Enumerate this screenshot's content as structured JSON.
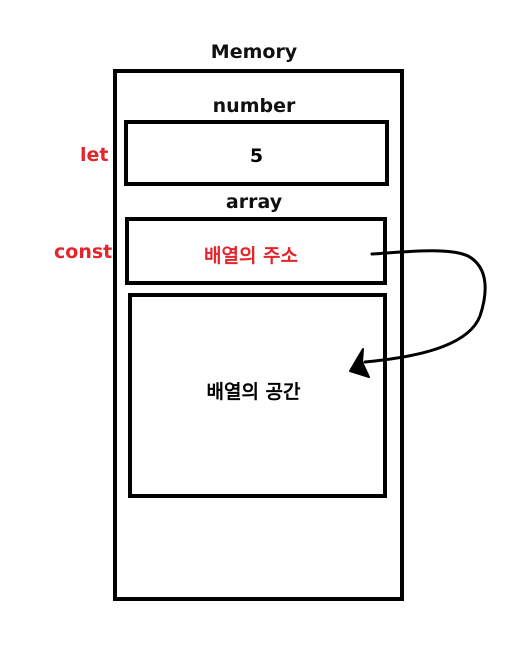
{
  "memory": {
    "title": "Memory"
  },
  "number": {
    "name": "number",
    "keyword": "let",
    "value": "5"
  },
  "array": {
    "name": "array",
    "keyword": "const",
    "reference_text": "배열의 주소",
    "space_text": "배열의 공간"
  },
  "colors": {
    "keyword": "#e3262b",
    "border": "#000000",
    "text": "#111111"
  }
}
